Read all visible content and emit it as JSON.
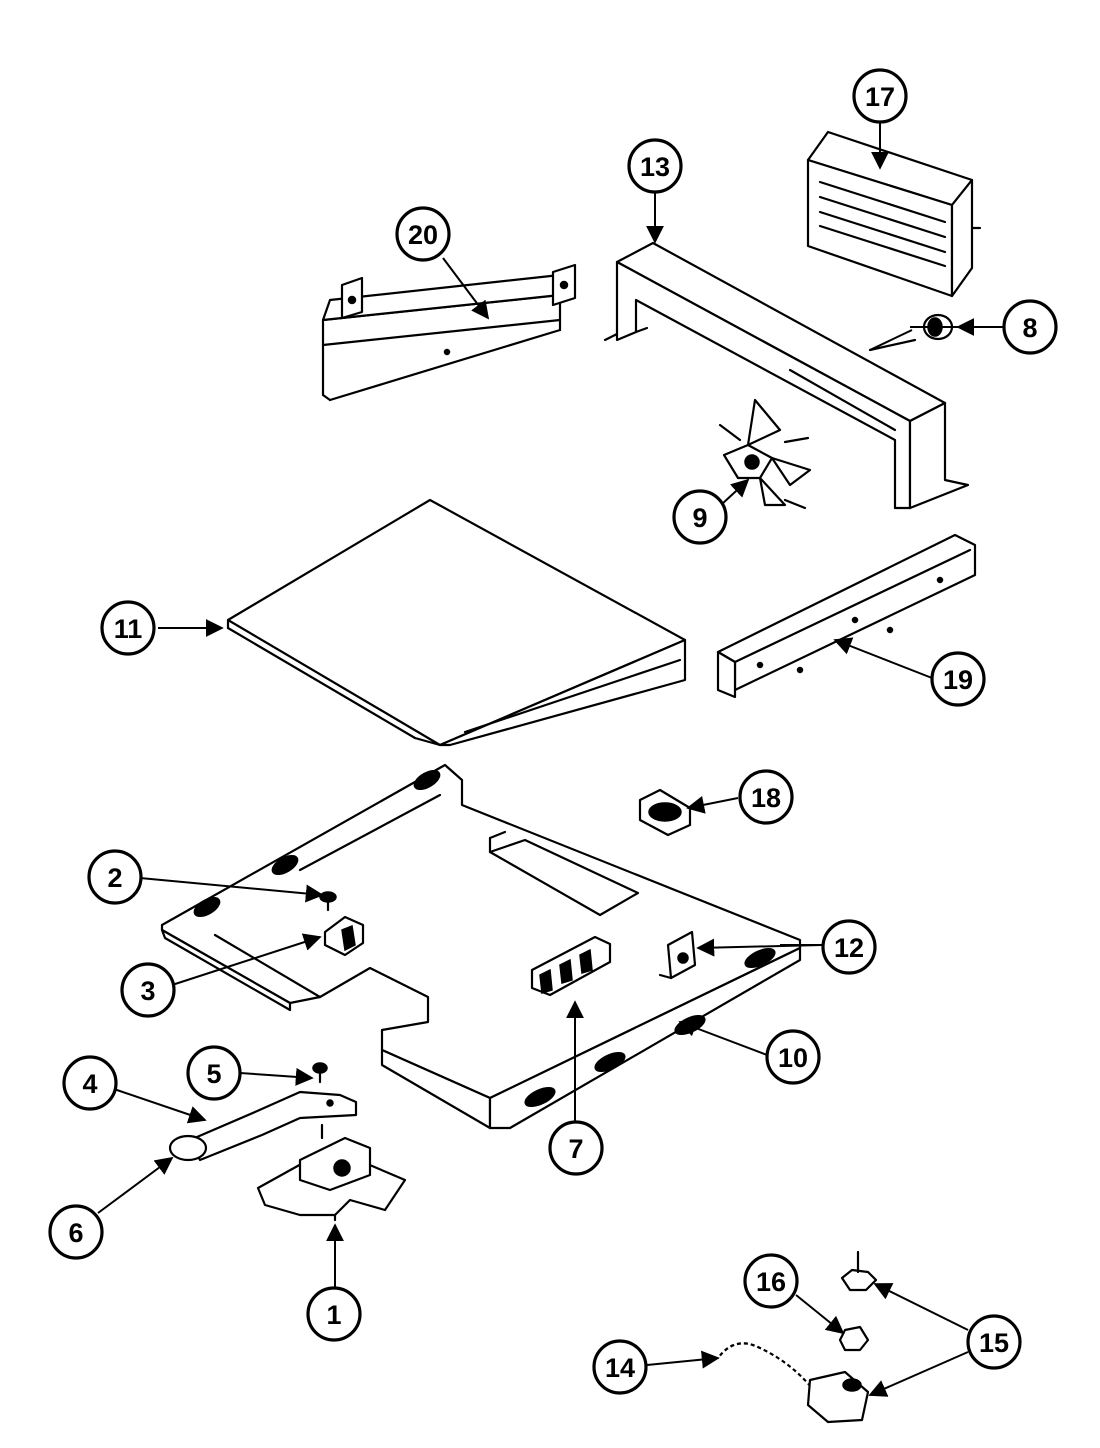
{
  "callouts": [
    {
      "number": "1"
    },
    {
      "number": "2"
    },
    {
      "number": "3"
    },
    {
      "number": "4"
    },
    {
      "number": "5"
    },
    {
      "number": "6"
    },
    {
      "number": "7"
    },
    {
      "number": "8"
    },
    {
      "number": "9"
    },
    {
      "number": "10"
    },
    {
      "number": "11"
    },
    {
      "number": "12"
    },
    {
      "number": "13"
    },
    {
      "number": "14"
    },
    {
      "number": "15"
    },
    {
      "number": "16"
    },
    {
      "number": "17"
    },
    {
      "number": "18"
    },
    {
      "number": "19"
    },
    {
      "number": "20"
    }
  ]
}
